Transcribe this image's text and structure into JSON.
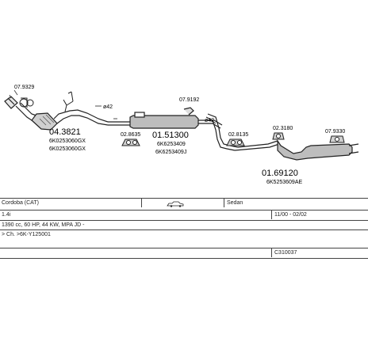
{
  "parts": {
    "front_pipe": {
      "number": "04.3821",
      "oe1": "6K0253060GX",
      "oe2": "6K0253060GX"
    },
    "front_clamp": "07.9329",
    "hanger_front": "02.8635",
    "dia_42_front": "ø42",
    "middle_silencer": {
      "number": "01.51300",
      "oe1": "6K6253409",
      "oe2": "6K6253409J"
    },
    "mid_clamp": "07.9192",
    "dia_42_mid": "ø42",
    "hanger_mid": "02.8135",
    "hanger_rear": "02.3180",
    "tail_hanger": "07.9330",
    "rear_silencer": {
      "number": "01.69120",
      "oe1": "6K5253609AE"
    }
  },
  "info": {
    "model": "Cordoba (CAT)",
    "body": "Sedan",
    "engine": "1.4i",
    "years": "11/00 - 02/02",
    "spec": "1390 cc, 60 HP, 44 KW, MPA JD -",
    "chassis": "> Ch. >6K-Y125001",
    "code": "C310037"
  },
  "icons": {
    "car": "car-sedan-icon"
  }
}
